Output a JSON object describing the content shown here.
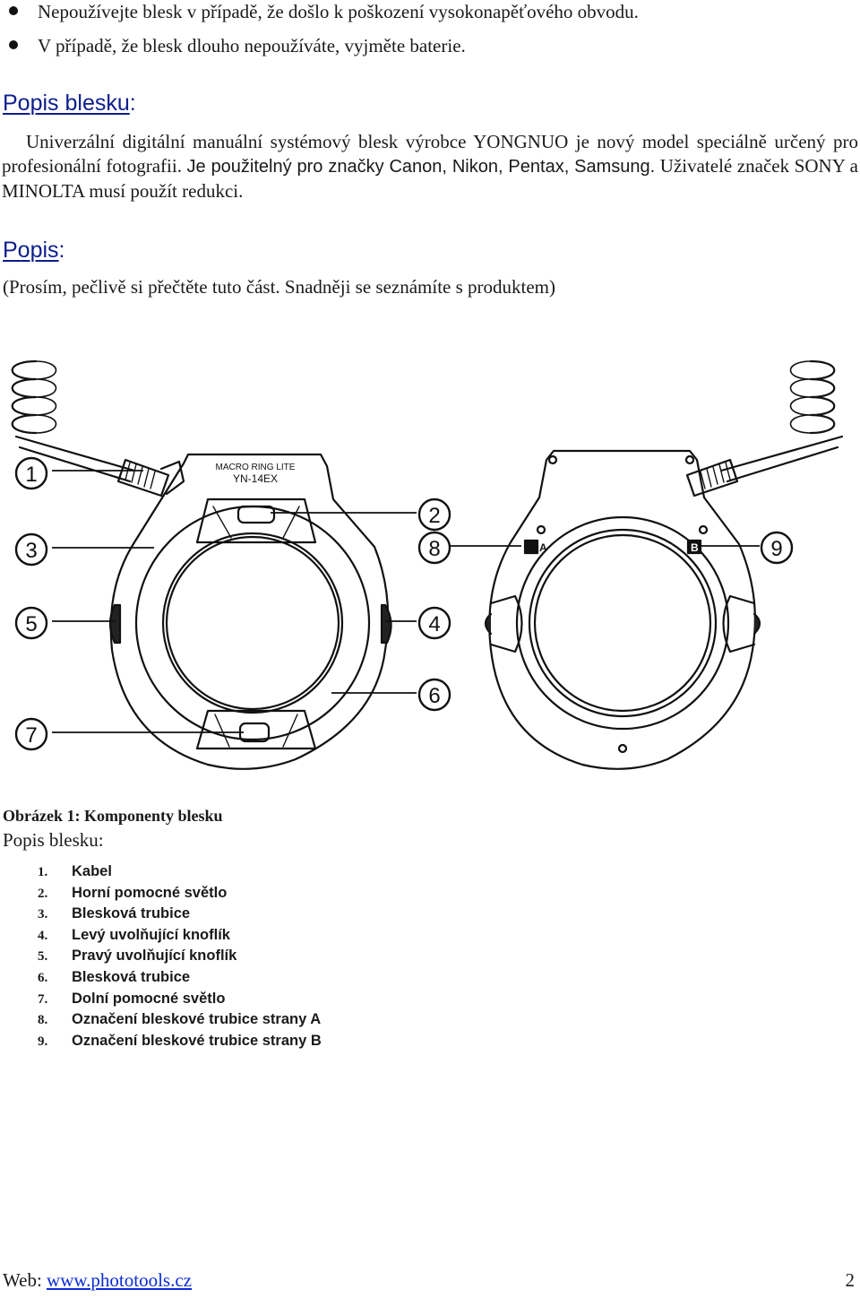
{
  "bullets": [
    "Nepoužívejte blesk v případě, že došlo k poškození vysokonapěťového obvodu.",
    "V případě, že blesk dlouho nepoužíváte, vyjměte baterie."
  ],
  "section1": {
    "heading_word": "Popis blesku",
    "heading_colon": ":",
    "para_serif_1": "Univerzální digitální manuální systémový blesk výrobce YONGNUO je nový model speciálně určený pro profesionální fotografii. ",
    "para_sans": "Je použitelný pro značky Canon, Nikon, Pentax, Samsung.",
    "para_serif_2": " Uživatelé značek SONY a MINOLTA musí použít redukci."
  },
  "section2": {
    "heading_word": "Popis",
    "heading_colon": ":",
    "note": "(Prosím, pečlivě si přečtěte tuto část. Snadněji se seznámíte s produktem)"
  },
  "figure": {
    "model_line1": "MACRO RING LITE",
    "model_line2": "YN-14EX",
    "mark_a": "A",
    "mark_b": "B",
    "callouts": [
      "1",
      "2",
      "3",
      "4",
      "5",
      "6",
      "7",
      "8",
      "9"
    ]
  },
  "caption": "Obrázek 1: Komponenty blesku",
  "list_heading": "Popis blesku:",
  "parts": [
    {
      "num": "1.",
      "label": "Kabel"
    },
    {
      "num": "2.",
      "label": "Horní pomocné světlo"
    },
    {
      "num": "3.",
      "label": "Blesková trubice"
    },
    {
      "num": "4.",
      "label": "Levý uvolňující knoflík"
    },
    {
      "num": "5.",
      "label": "Pravý uvolňující knoflík"
    },
    {
      "num": "6.",
      "label": "Blesková trubice"
    },
    {
      "num": "7.",
      "label": "Dolní pomocné světlo"
    },
    {
      "num": "8.",
      "label": "Označení bleskové trubice strany A"
    },
    {
      "num": "9.",
      "label": "Označení bleskové trubice strany B"
    }
  ],
  "footer": {
    "web_label": "Web: ",
    "link": "www.phototools.cz",
    "page": "2"
  }
}
